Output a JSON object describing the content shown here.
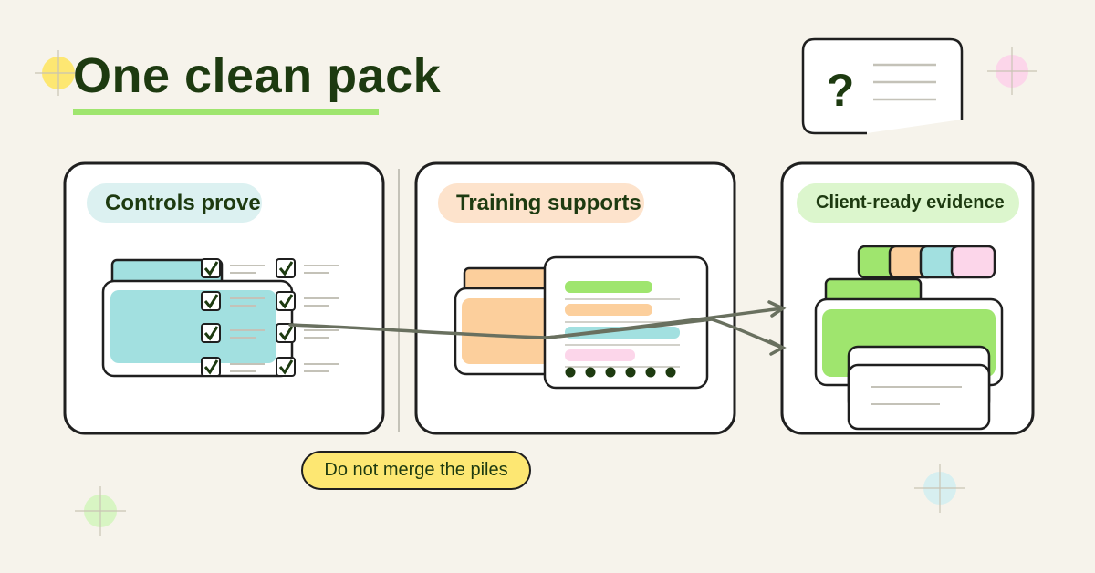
{
  "title": "One clean pack",
  "panels": [
    {
      "label": "Controls prove",
      "color": "#a2e0e0"
    },
    {
      "label": "Training supports",
      "color": "#fccf9c"
    },
    {
      "label": "Client-ready evidence",
      "color": "#9fe56e"
    }
  ],
  "callout": "Do not merge the piles",
  "question_mark": "?",
  "colors": {
    "ink": "#1d3a10",
    "teal": "#a2e0e0",
    "peach": "#fccf9c",
    "green": "#9fe56e",
    "pink": "#fcd6ea",
    "yellow": "#fde772",
    "background": "#f6f3eb"
  }
}
